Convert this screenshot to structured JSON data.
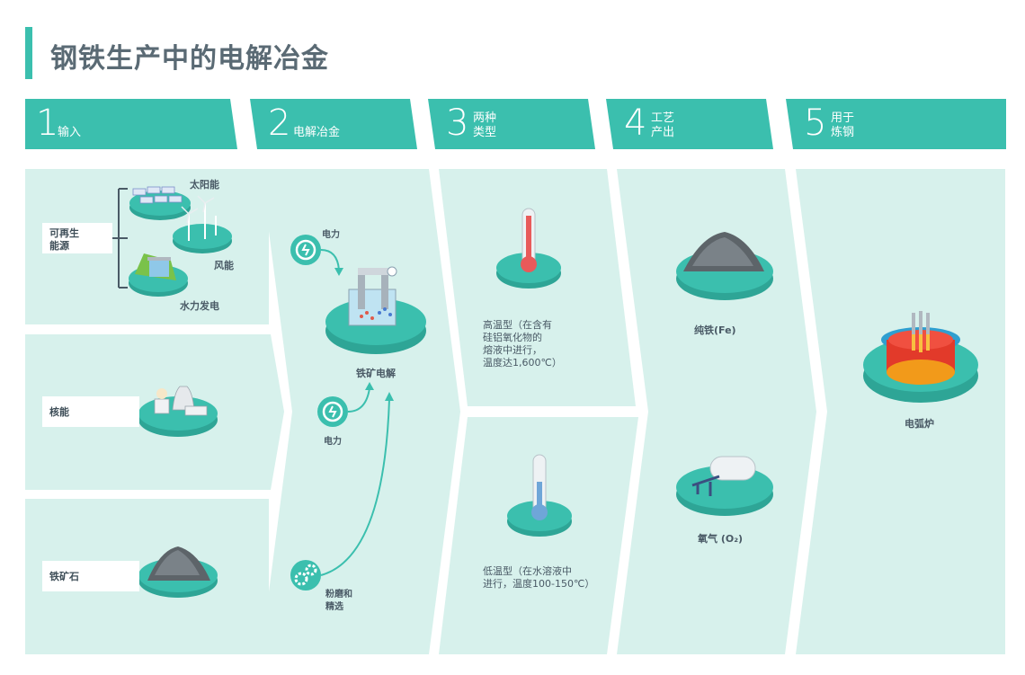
{
  "title": "钢铁生产中的电解冶金",
  "steps": [
    {
      "num": "1",
      "label": "输入"
    },
    {
      "num": "2",
      "label": "电解冶金"
    },
    {
      "num": "3",
      "label1": "两种",
      "label2": "类型"
    },
    {
      "num": "4",
      "label1": "工艺",
      "label2": "产出"
    },
    {
      "num": "5",
      "label1": "用于",
      "label2": "炼钢"
    }
  ],
  "inputs": {
    "renewable": "可再生能源",
    "renewable_l1": "可再生",
    "renewable_l2": "能源",
    "solar": "太阳能",
    "wind": "风能",
    "hydro": "水力发电",
    "nuclear": "核能",
    "iron_ore": "铁矿石"
  },
  "electrolysis": {
    "power1": "电力",
    "power2": "电力",
    "process": "铁矿电解",
    "grind_l1": "粉磨和",
    "grind_l2": "精选"
  },
  "types": {
    "high_l1": "高温型（在含有",
    "high_l2": "硅铝氧化物的",
    "high_l3": "熔液中进行，",
    "high_l4": "温度达1,600℃）",
    "low_l1": "低温型（在水溶液中",
    "low_l2": "进行，温度100-150℃）"
  },
  "outputs": {
    "iron": "纯铁(Fe)",
    "oxygen": "氧气 (O₂)"
  },
  "use": {
    "eaf": "电弧炉"
  },
  "colors": {
    "teal": "#3bbfae",
    "panel": "#d7f1ec",
    "dark_teal": "#2ea596",
    "text": "#4a5a66"
  }
}
